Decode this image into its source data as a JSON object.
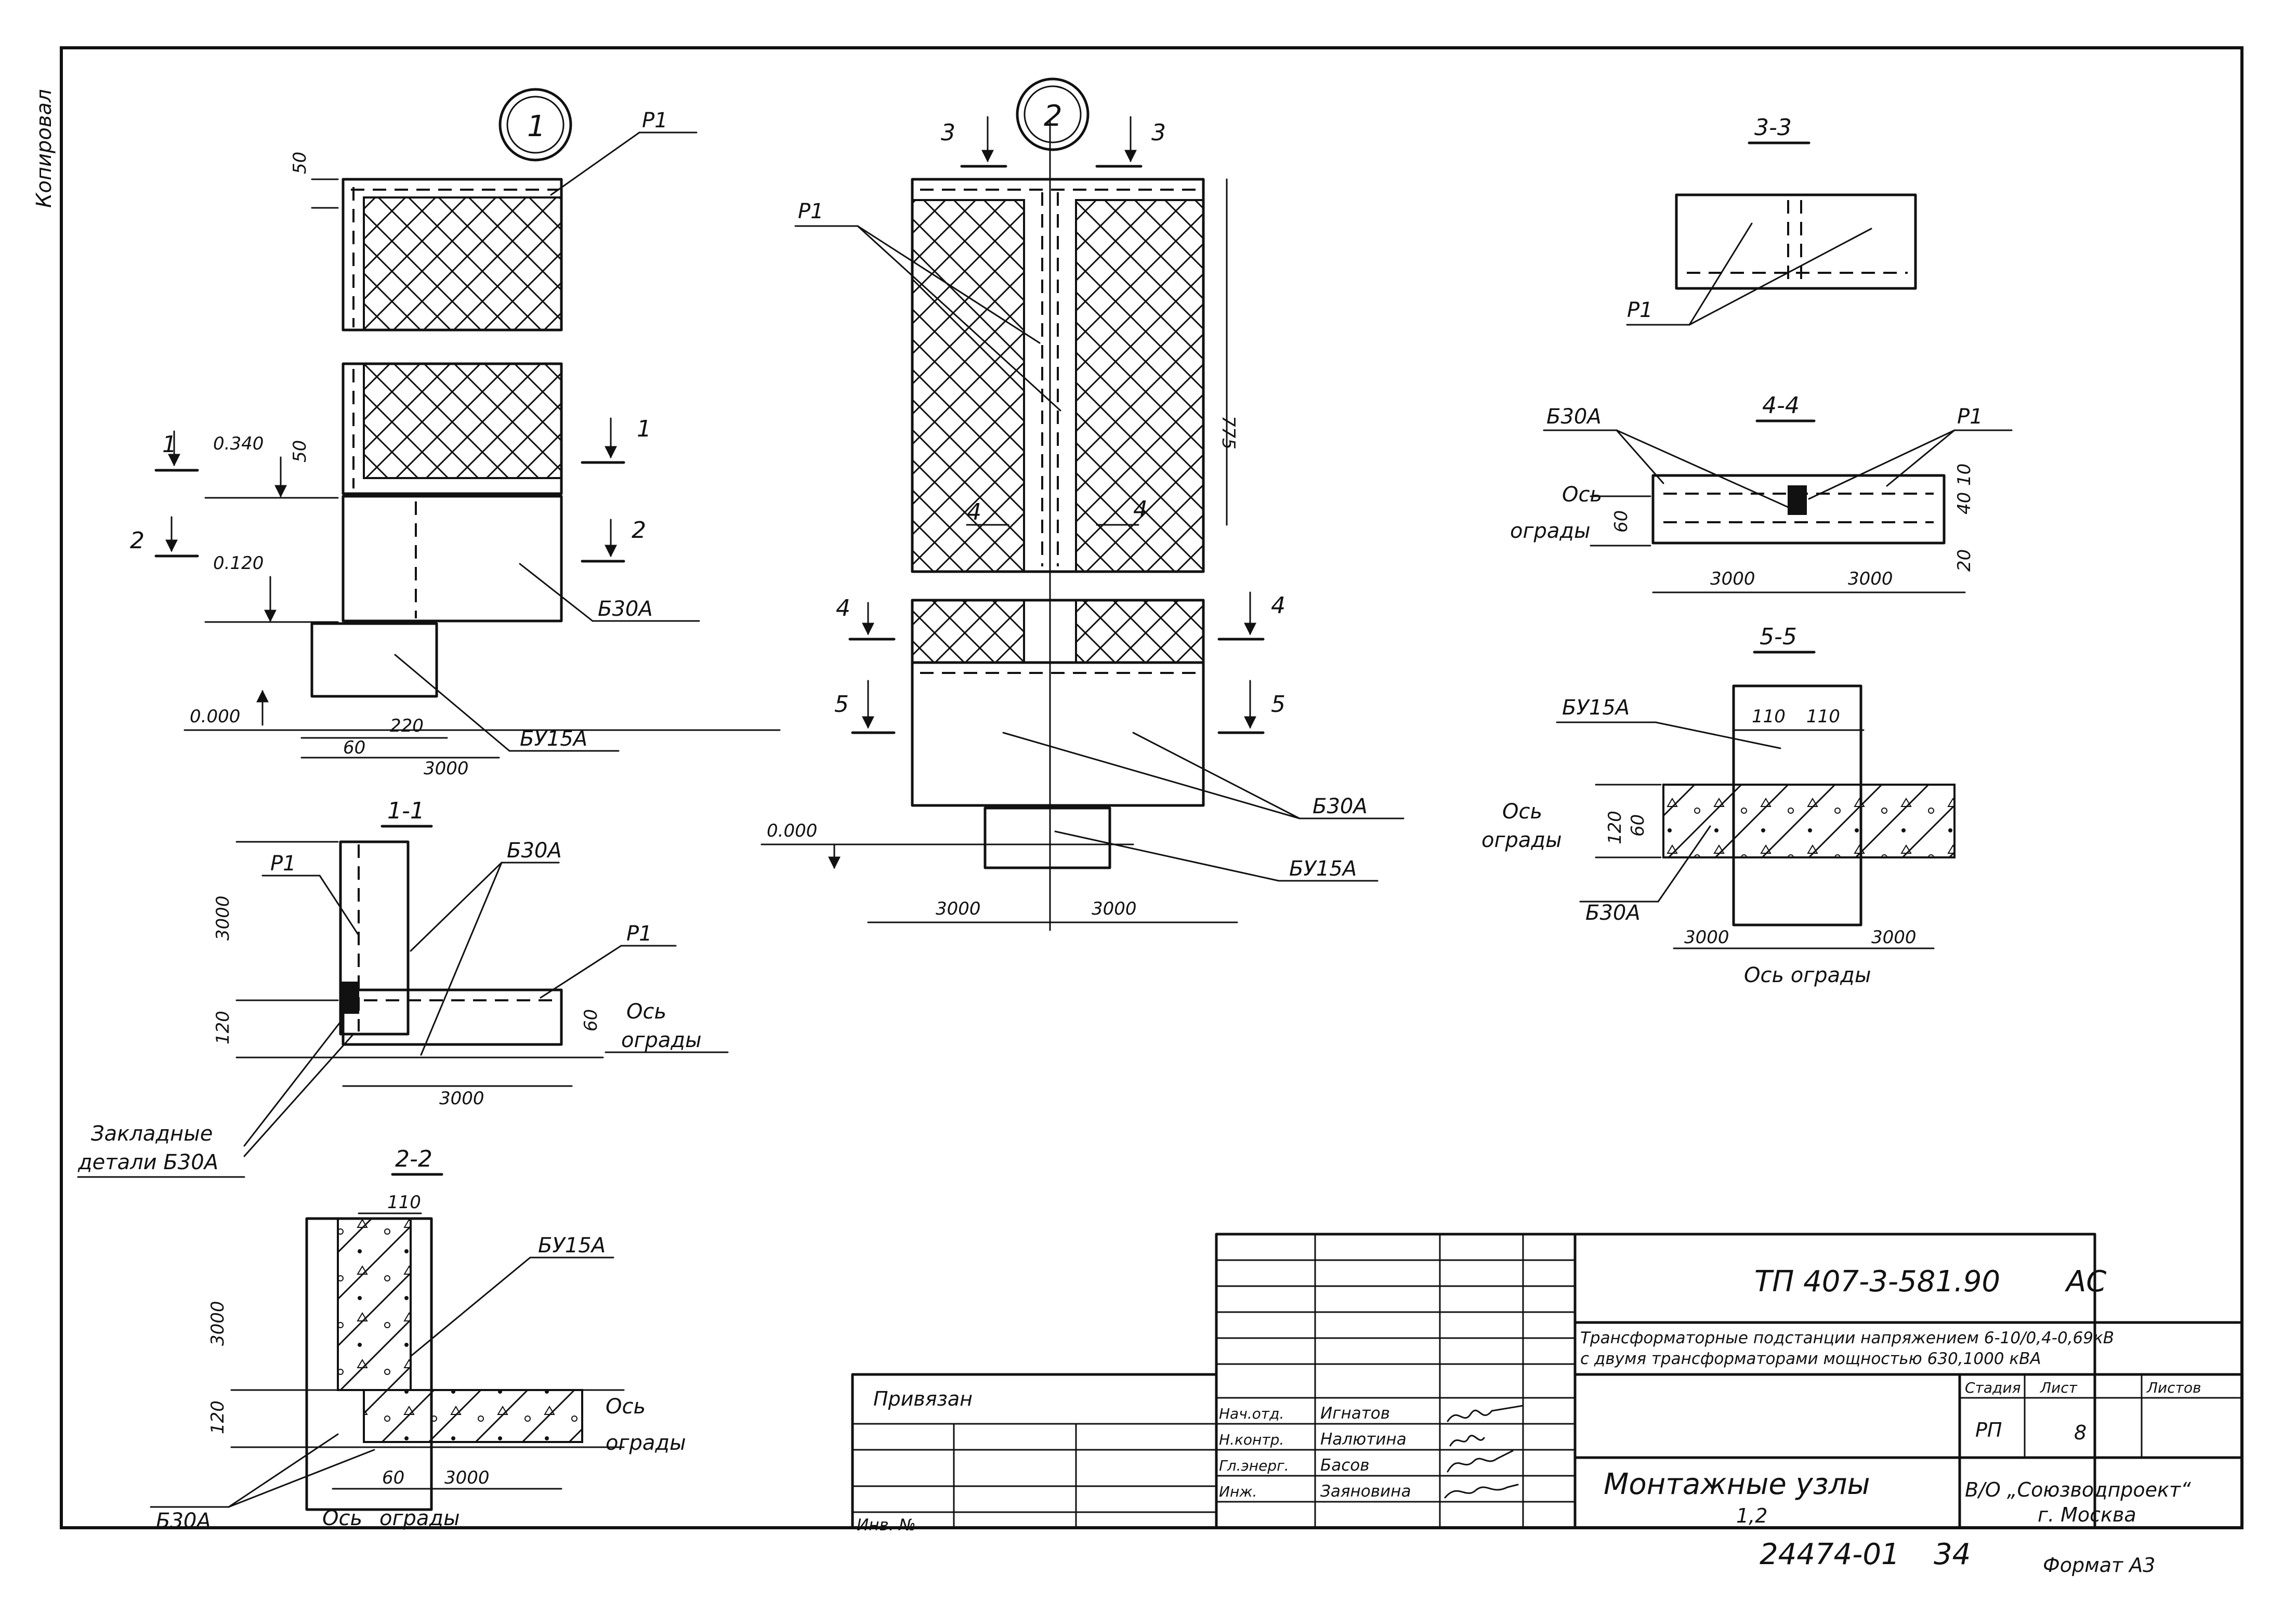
{
  "sheet": {
    "side_stamp": "Копировал",
    "bottom_code": "24474-01",
    "bottom_sheet_no": "34",
    "format": "Формат А3"
  },
  "nodes": {
    "node1": "1",
    "node2": "2"
  },
  "sections": {
    "s11": "1-1",
    "s22": "2-2",
    "s33": "3-3",
    "s44": "4-4",
    "s55": "5-5",
    "cut_1": "1",
    "cut_2": "2",
    "cut_3": "3",
    "cut_4": "4",
    "cut_5": "5"
  },
  "labels": {
    "p1": "Р1",
    "b30a": "Б30А",
    "bu15a": "БУ15А",
    "axis_1": "Ось",
    "axis_2": "ограды",
    "axis_full": "Ось ограды",
    "embedded_1": "Закладные",
    "embedded_2": "детали Б30А"
  },
  "dims": {
    "d50": "50",
    "e0340": "0.340",
    "e0120": "0.120",
    "e0000": "0.000",
    "d220": "220",
    "d60": "60",
    "d3000": "3000",
    "d120": "120",
    "d775": "775",
    "d110": "110",
    "d10": "10",
    "d40": "40",
    "d20": "20"
  },
  "title_block": {
    "doc_code": "ТП 407-3-581.90",
    "doc_suffix": "АС",
    "project_line1": "Трансформаторные подстанции напряжением 6-10/0,4-0,69кВ",
    "project_line2": "с двумя трансформаторами мощностью 630,1000 кВА",
    "stage_hdr": "Стадия",
    "sheet_hdr": "Лист",
    "sheets_hdr": "Листов",
    "stage": "РП",
    "sheet": "8",
    "sheets": "",
    "title_line1": "Монтажные узлы",
    "title_line2": "1,2",
    "org_line1": "В/О „Союзводпроект“",
    "org_line2": "г. Москва",
    "bound_label": "Привязан",
    "inv_label": "Инв. №",
    "roles": [
      {
        "role": "Нач.отд.",
        "name": "Игнатов"
      },
      {
        "role": "Н.контр.",
        "name": "Налютина"
      },
      {
        "role": "Гл.энерг.",
        "name": "Басов"
      },
      {
        "role": "Инж.",
        "name": "Заяновина"
      }
    ]
  }
}
